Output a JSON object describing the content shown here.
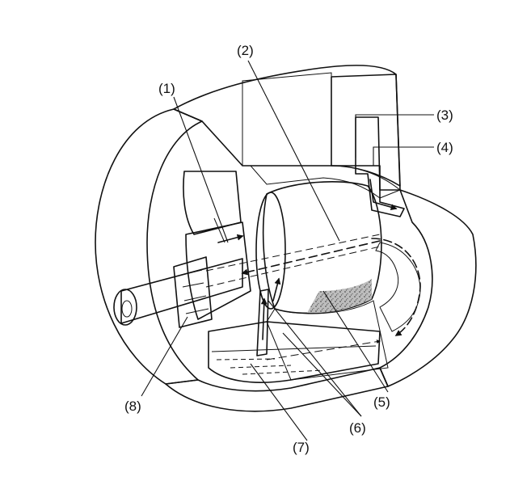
{
  "labels": {
    "l1": "(1)",
    "l2": "(2)",
    "l3": "(3)",
    "l4": "(4)",
    "l5": "(5)",
    "l6": "(6)",
    "l7": "(7)",
    "l8": "(8)"
  }
}
